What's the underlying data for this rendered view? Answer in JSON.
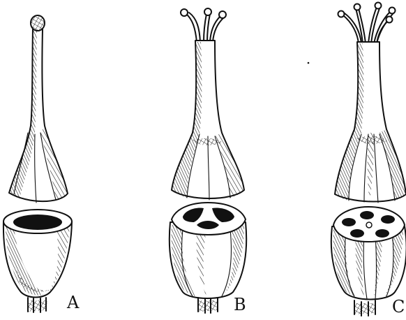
{
  "figure": {
    "panels": [
      {
        "id": "a",
        "label": "A",
        "styles": 1,
        "locules": 1
      },
      {
        "id": "b",
        "label": "B",
        "styles": 3,
        "locules": 3
      },
      {
        "id": "c",
        "label": "C",
        "styles": 5,
        "locules": 5
      }
    ]
  },
  "colors": {
    "ink": "#111111",
    "background": "#ffffff"
  }
}
